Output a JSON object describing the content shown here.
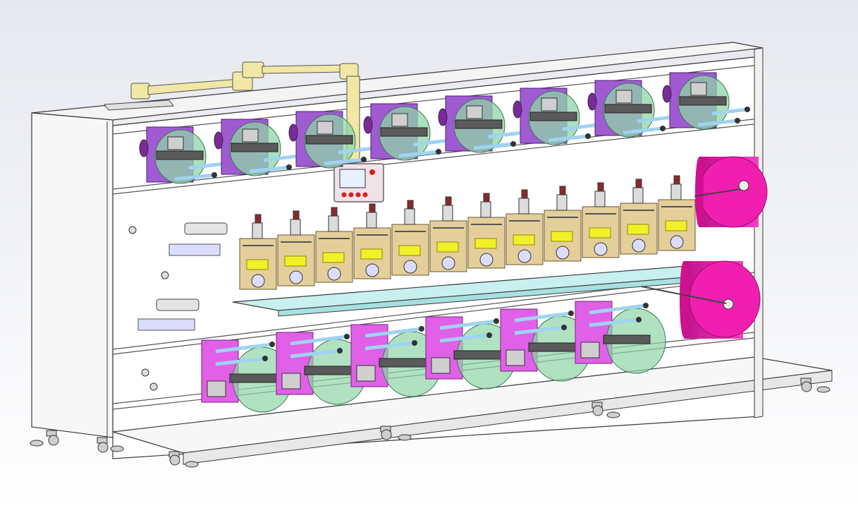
{
  "scene": {
    "subject": "slitting-rewinding-machine-cad-render",
    "background_top": "#e6e8ee",
    "background_bottom": "#ffffff"
  },
  "colors": {
    "frame_stroke": "#3a3a3a",
    "frame_fill": "#f4f4f4",
    "plate_purple": "#a05ad2",
    "plate_magenta": "#e060e8",
    "disc_green": "#8fd6a8",
    "shaft_blue": "#9fd4f0",
    "roll_magenta": "#f11fb0",
    "knife_tan": "#e4cf9a",
    "core_yellow": "#f2f028",
    "arm_yellow": "#f2e8a6",
    "tray_cyan": "#c8f0f0",
    "control_panel": "#f0e2e8",
    "screen": "#e8f0ff"
  },
  "icons": {
    "control_panel_buttons": [
      "red-button-icon",
      "red-button-icon",
      "red-button-icon",
      "red-button-icon",
      "red-button-icon"
    ],
    "caster": "caster-wheel-icon",
    "leveling_foot": "leveling-foot-icon"
  },
  "counts": {
    "top_rewind_stations": 8,
    "bottom_rewind_stations": 6,
    "slitting_knife_units": 12,
    "large_magenta_rolls": 2
  }
}
